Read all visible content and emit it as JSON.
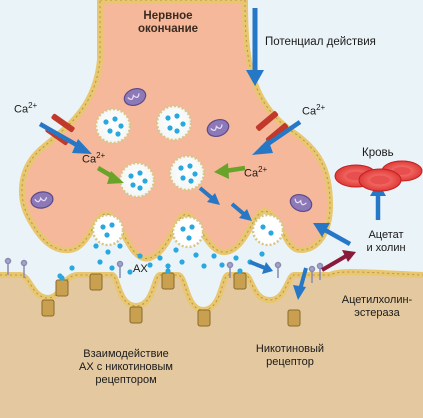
{
  "labels": {
    "nerve_ending_l1": "Нервное",
    "nerve_ending_l2": "окончание",
    "action_potential": "Потенциал действия",
    "ca_base": "Ca",
    "ca_sup": "2+",
    "blood": "Кровь",
    "acetate_l1": "Ацетат",
    "acetate_l2": "и холин",
    "ach": "АХ",
    "ache_l1": "Ацетилхолин-",
    "ache_l2": "эстераза",
    "interaction_l1": "Взаимодействие",
    "interaction_l2": "АХ с никотиновым",
    "interaction_l3": "рецептором",
    "receptor_l1": "Никотиновый",
    "receptor_l2": "рецептор"
  },
  "colors": {
    "background": "#eaf3f8",
    "terminal": "#f6b89a",
    "membrane": "#e8c770",
    "muscle": "#e4c8a0",
    "ach_dot": "#29a8e0",
    "arrow_blue": "#2777c7",
    "arrow_green": "#6aa32a",
    "blood_red": "#e23a3a",
    "mitochondria": "#8d78b8"
  }
}
